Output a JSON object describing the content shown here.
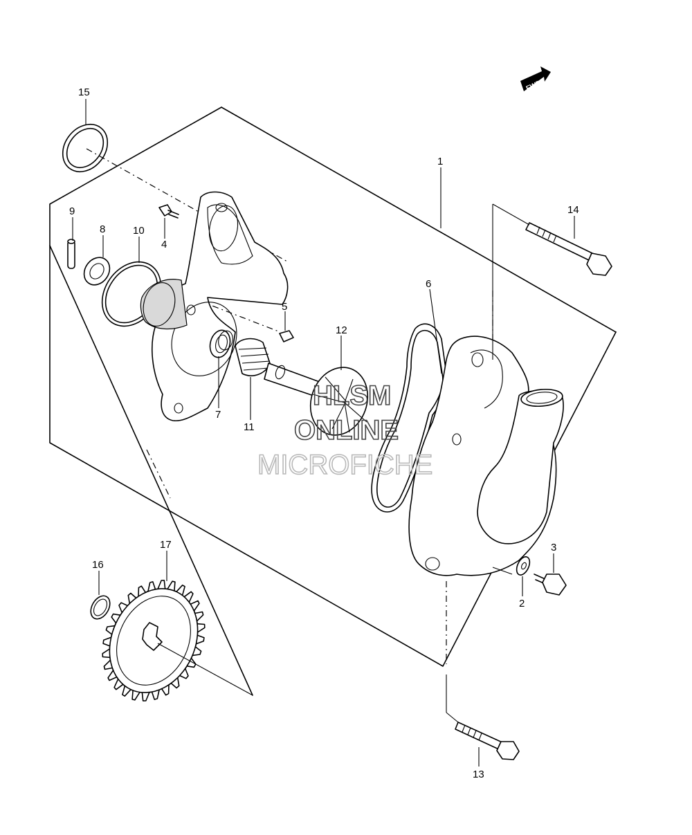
{
  "diagram": {
    "fwd_badge": "FWD",
    "callouts": [
      {
        "id": "1",
        "label": "1"
      },
      {
        "id": "2",
        "label": "2"
      },
      {
        "id": "3",
        "label": "3"
      },
      {
        "id": "4",
        "label": "4"
      },
      {
        "id": "5",
        "label": "5"
      },
      {
        "id": "6",
        "label": "6"
      },
      {
        "id": "7",
        "label": "7"
      },
      {
        "id": "8",
        "label": "8"
      },
      {
        "id": "9",
        "label": "9"
      },
      {
        "id": "10",
        "label": "10"
      },
      {
        "id": "11",
        "label": "11"
      },
      {
        "id": "12",
        "label": "12"
      },
      {
        "id": "13",
        "label": "13"
      },
      {
        "id": "14",
        "label": "14"
      },
      {
        "id": "15",
        "label": "15"
      },
      {
        "id": "16",
        "label": "16"
      },
      {
        "id": "17",
        "label": "17"
      }
    ]
  },
  "watermark": {
    "line1": "HLSM",
    "line2": "ONLINE",
    "line3": "MICROFICHE"
  }
}
